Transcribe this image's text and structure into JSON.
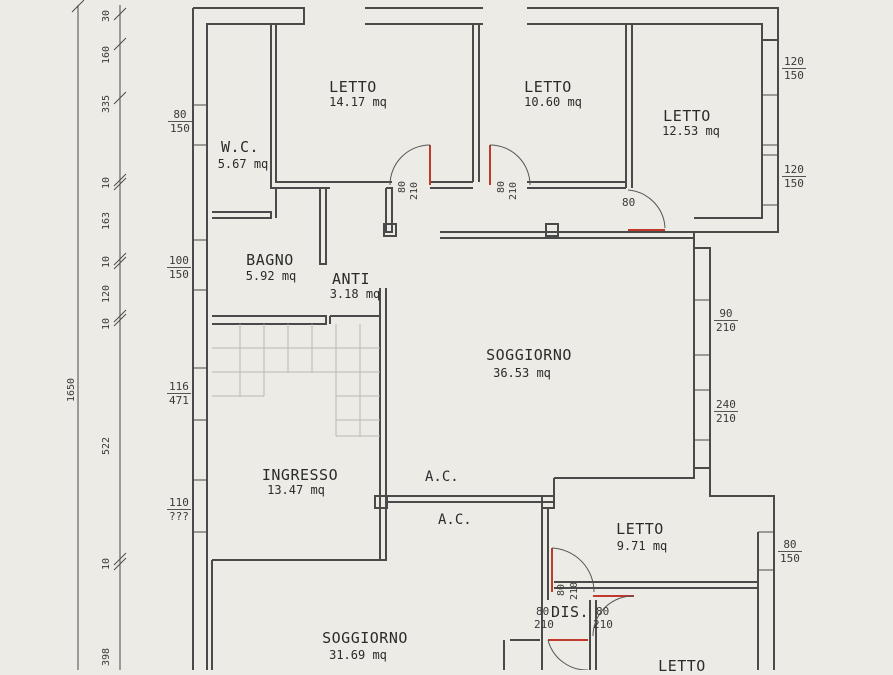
{
  "rooms": {
    "letto1": {
      "name": "LETTO",
      "area": "14.17 mq"
    },
    "letto2": {
      "name": "LETTO",
      "area": "10.60 mq"
    },
    "letto3": {
      "name": "LETTO",
      "area": "12.53 mq"
    },
    "wc": {
      "name": "W.C.",
      "area": "5.67 mq"
    },
    "bagno": {
      "name": "BAGNO",
      "area": "5.92 mq"
    },
    "anti": {
      "name": "ANTI",
      "area": "3.18 mq"
    },
    "soggiorno1": {
      "name": "SOGGIORNO",
      "area": "36.53 mq"
    },
    "ingresso": {
      "name": "INGRESSO",
      "area": "13.47 mq"
    },
    "letto4": {
      "name": "LETTO",
      "area": "9.71 mq"
    },
    "soggiorno2": {
      "name": "SOGGIORNO",
      "area": "31.69 mq"
    },
    "dis": {
      "name": "DIS."
    },
    "letto5": {
      "name": "LETTO"
    }
  },
  "labels": {
    "ac1": "A.C.",
    "ac2": "A.C."
  },
  "windows": {
    "w_wc": {
      "top": "80",
      "bottom": "150"
    },
    "w_bagno": {
      "top": "100",
      "bottom": "150"
    },
    "w_ingr1": {
      "top": "116",
      "bottom": "471"
    },
    "w_ingr2": {
      "top": "110",
      "bottom": "???"
    },
    "w_l3a": {
      "top": "120",
      "bottom": "150"
    },
    "w_l3b": {
      "top": "120",
      "bottom": "150"
    },
    "w_sog1": {
      "top": "90",
      "bottom": "210"
    },
    "w_sog2": {
      "top": "240",
      "bottom": "210"
    },
    "w_l4": {
      "top": "80",
      "bottom": "150"
    }
  },
  "doors": {
    "d1": "80",
    "d1b": "210",
    "d2": "80",
    "d2b": "210",
    "d3": "80",
    "d4": "80",
    "d4b": "210",
    "d5": "80",
    "d5b": "210",
    "d6": "80",
    "d6b": "210"
  },
  "dimensions": {
    "total": "1650",
    "d30": "30",
    "d160": "160",
    "d335": "335",
    "d10a": "10",
    "d163": "163",
    "d10b": "10",
    "d120": "120",
    "d10c": "10",
    "d522": "522",
    "d10d": "10",
    "d398": "398"
  },
  "colors": {
    "wall": "#4a4a4a",
    "door": "#c0392b",
    "background": "#ecebe5"
  }
}
